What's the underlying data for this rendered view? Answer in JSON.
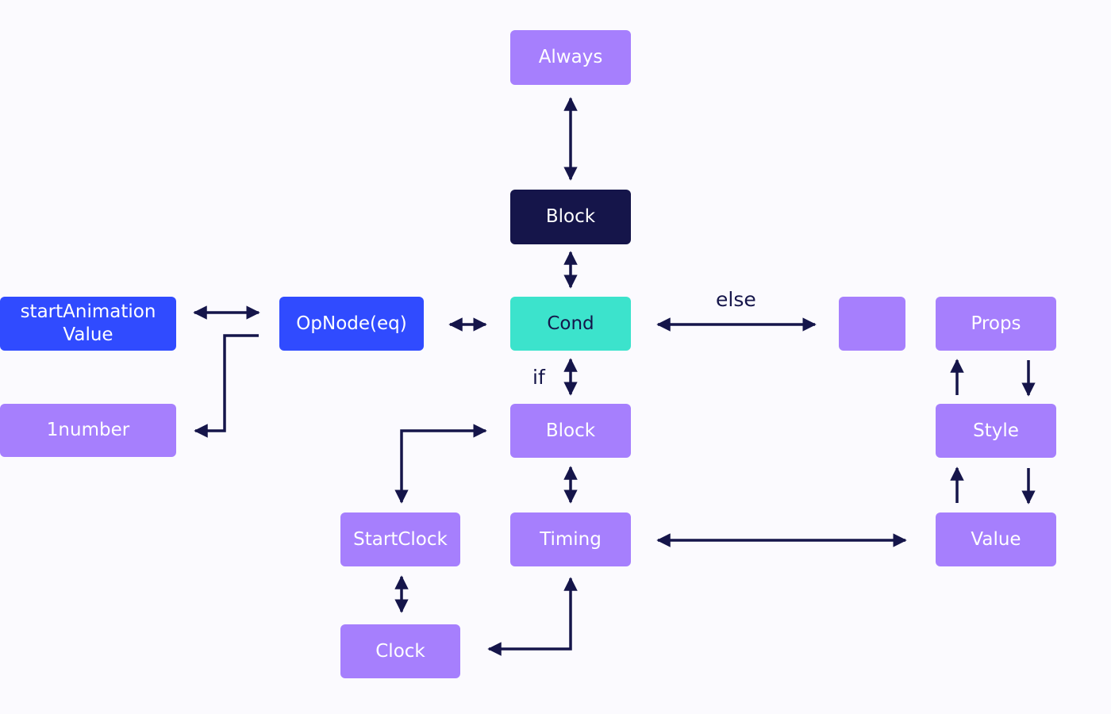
{
  "colors": {
    "purple": "#a67ffd",
    "dark": "#15154a",
    "blue": "#304bff",
    "teal": "#3ce3cc",
    "arrow": "#15154a",
    "node_text": "#ffffff",
    "cond_text": "#15154a"
  },
  "nodes": {
    "always": "Always",
    "block_top": "Block",
    "cond": "Cond",
    "opnode": "OpNode(eq)",
    "start_animation_value": "startAnimation\nValue",
    "one_number": "1number",
    "block_if": "Block",
    "start_clock": "StartClock",
    "timing": "Timing",
    "clock": "Clock",
    "empty": "",
    "props": "Props",
    "style": "Style",
    "value": "Value"
  },
  "labels": {
    "else": "else",
    "if": "if"
  }
}
